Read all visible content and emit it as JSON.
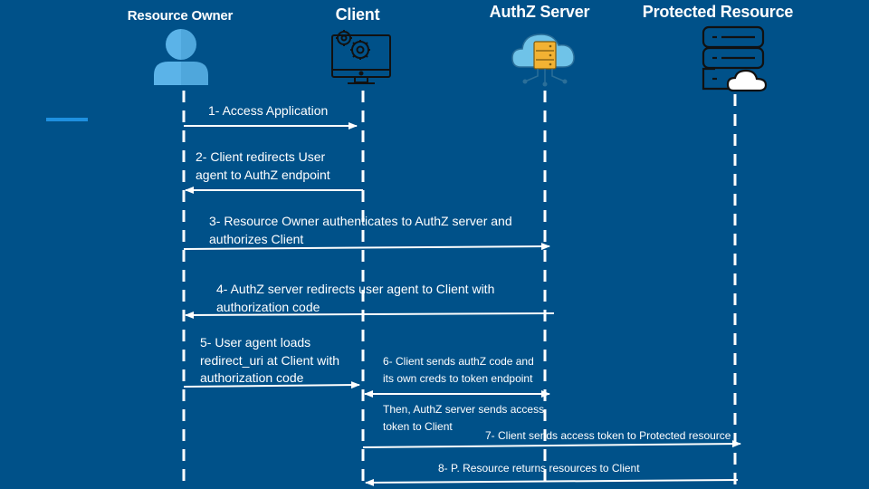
{
  "actors": {
    "resource_owner": "Resource Owner",
    "client": "Client",
    "authz_server": "AuthZ Server",
    "protected_resource": "Protected Resource"
  },
  "icons": {
    "resource_owner": "user-icon",
    "client": "computer-gears-icon",
    "authz_server": "cloud-server-icon",
    "protected_resource": "server-cloud-icon"
  },
  "steps": {
    "s1": "1- Access Application",
    "s2": "2- Client redirects User\nagent to AuthZ endpoint",
    "s3": "3- Resource Owner authenticates to AuthZ server and\nauthorizes Client",
    "s4": "4- AuthZ server redirects user agent to Client with\nauthorization code",
    "s5": "5- User agent loads\nredirect_uri at Client with\nauthorization code",
    "s6": "6- Client sends authZ code and\nits own creds to token endpoint",
    "s6b": "Then, AuthZ server sends access\ntoken to Client",
    "s7": "7- Client sends access token to Protected resource",
    "s8": "8- P. Resource returns resources to Client"
  },
  "colors": {
    "background": "#005189",
    "arrow": "#ffffff",
    "user_icon": "#5BB3E8",
    "accent_bar": "#1E90E0",
    "server_icon": "#F2B233",
    "cloud_icon": "#6FC3E8"
  }
}
